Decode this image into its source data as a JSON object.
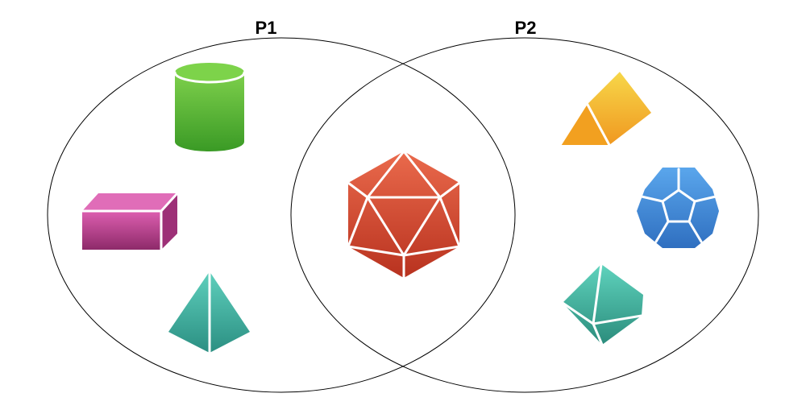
{
  "diagram": {
    "type": "venn",
    "sets": [
      {
        "label": "P1",
        "members": [
          "cylinder",
          "rectangular-prism",
          "square-pyramid",
          "icosahedron"
        ]
      },
      {
        "label": "P2",
        "members": [
          "triangular-prism",
          "dodecahedron",
          "octahedron",
          "icosahedron"
        ]
      }
    ],
    "intersection": [
      "icosahedron"
    ]
  },
  "colors": {
    "cylinder": "#5bb53c",
    "rectangular_prism": "#b93a8a",
    "pyramid": "#3bb3a3",
    "icosahedron": "#d4432c",
    "triangular_prism": "#f2a825",
    "dodecahedron": "#3f86d6",
    "octahedron": "#3aaa98"
  }
}
